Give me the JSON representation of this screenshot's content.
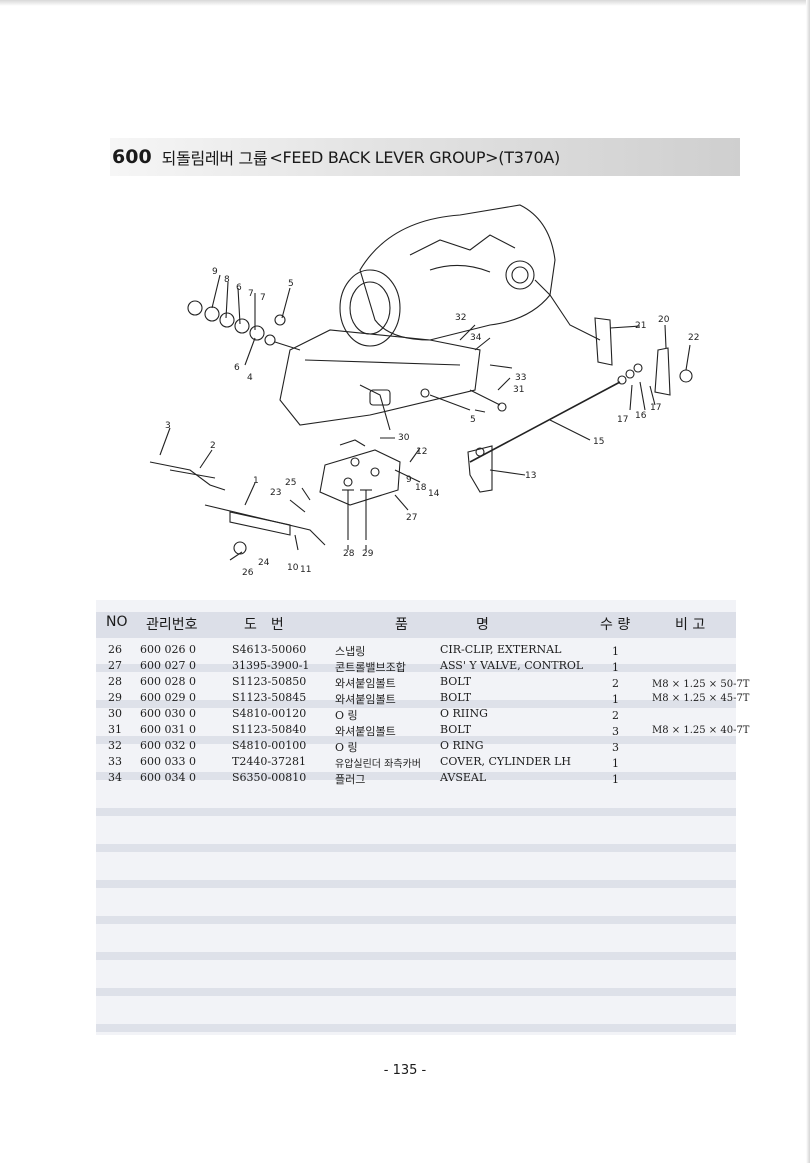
{
  "section": {
    "number": "600",
    "title_kr": "되돌림레버 그룹",
    "title_en": "<FEED BACK LEVER GROUP>(T370A)"
  },
  "diagram": {
    "callouts": [
      "9",
      "8",
      "6",
      "7",
      "7",
      "5",
      "6",
      "4",
      "3",
      "2",
      "1",
      "25",
      "23",
      "24",
      "26",
      "10",
      "11",
      "28",
      "29",
      "27",
      "30",
      "12",
      "9",
      "18",
      "14",
      "13",
      "15",
      "5",
      "31",
      "33",
      "34",
      "32",
      "21",
      "20",
      "22",
      "17",
      "16",
      "17"
    ]
  },
  "table": {
    "headers": [
      "NO",
      "관리번호",
      "도　번",
      "품",
      "명",
      "수 량",
      "비 고"
    ],
    "rows": [
      {
        "no": "26",
        "mgmt": "600 026 0",
        "part": "S4613-50060",
        "name_kr": "스냅링",
        "name_en": "CIR-CLIP, EXTERNAL",
        "qty": "1",
        "remark": ""
      },
      {
        "no": "27",
        "mgmt": "600 027 0",
        "part": "31395-3900-1",
        "name_kr": "콘트롤밸브조합",
        "name_en": "ASS' Y VALVE, CONTROL",
        "qty": "1",
        "remark": ""
      },
      {
        "no": "28",
        "mgmt": "600 028 0",
        "part": "S1123-50850",
        "name_kr": "와셔붙임볼트",
        "name_en": "BOLT",
        "qty": "2",
        "remark": "M8 × 1.25 × 50-7T"
      },
      {
        "no": "29",
        "mgmt": "600 029 0",
        "part": "S1123-50845",
        "name_kr": "와셔붙임볼트",
        "name_en": "BOLT",
        "qty": "1",
        "remark": "M8 × 1.25 × 45-7T"
      },
      {
        "no": "30",
        "mgmt": "600 030 0",
        "part": "S4810-00120",
        "name_kr": "O 링",
        "name_en": "O RIING",
        "qty": "2",
        "remark": ""
      },
      {
        "no": "31",
        "mgmt": "600 031 0",
        "part": "S1123-50840",
        "name_kr": "와셔붙임볼트",
        "name_en": "BOLT",
        "qty": "3",
        "remark": "M8 × 1.25 × 40-7T"
      },
      {
        "no": "32",
        "mgmt": "600 032 0",
        "part": "S4810-00100",
        "name_kr": "O 링",
        "name_en": "O RING",
        "qty": "3",
        "remark": ""
      },
      {
        "no": "33",
        "mgmt": "600 033 0",
        "part": "T2440-37281",
        "name_kr": "유압실린더 좌측카버",
        "name_en": "COVER, CYLINDER LH",
        "qty": "1",
        "remark": ""
      },
      {
        "no": "34",
        "mgmt": "600 034 0",
        "part": "S6350-00810",
        "name_kr": "플러그",
        "name_en": "AVSEAL",
        "qty": "1",
        "remark": ""
      }
    ]
  },
  "footer": {
    "page": "- 135 -"
  }
}
